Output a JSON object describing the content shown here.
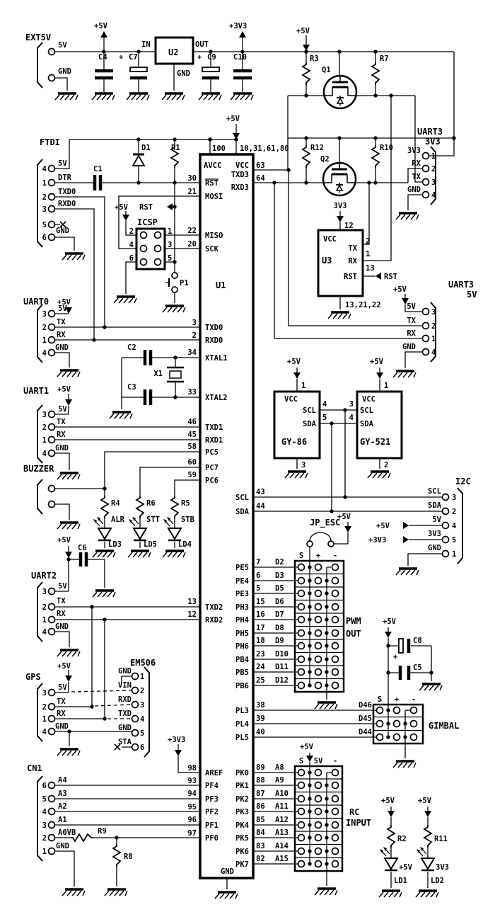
{
  "colors": {
    "ink": "#000000",
    "background": "#ffffff"
  },
  "texts": [
    [
      "EXT5V",
      36,
      57,
      "s",
      1
    ],
    [
      "5V",
      82,
      67
    ],
    [
      "GND",
      82,
      104
    ],
    [
      "+5V",
      133,
      40
    ],
    [
      "C4",
      139,
      84
    ],
    [
      "+",
      168,
      84
    ],
    [
      "C7",
      182,
      84
    ],
    [
      "IN",
      200,
      66
    ],
    [
      "U2",
      238,
      78,
      "s",
      1
    ],
    [
      "OUT",
      276,
      66
    ],
    [
      "GND",
      250,
      107
    ],
    [
      "+",
      279,
      84
    ],
    [
      "C9",
      293,
      84
    ],
    [
      "C10",
      330,
      84
    ],
    [
      "+3V3",
      324,
      40
    ],
    [
      "+5V",
      419,
      47
    ],
    [
      "R3",
      438,
      86
    ],
    [
      "Q1",
      455,
      102
    ],
    [
      "R7",
      537,
      86
    ],
    [
      "R12",
      439,
      212
    ],
    [
      "Q2",
      453,
      228
    ],
    [
      "R10",
      537,
      212
    ],
    [
      "UART3",
      590,
      190,
      "s",
      1
    ],
    [
      "3V3",
      601,
      204,
      "s",
      1
    ],
    [
      "3V3",
      595,
      216,
      "e"
    ],
    [
      "RX",
      595,
      234,
      "e"
    ],
    [
      "TX",
      595,
      253,
      "e"
    ],
    [
      "GND",
      595,
      271,
      "e"
    ],
    [
      "1",
      610,
      224
    ],
    [
      "2",
      610,
      242
    ],
    [
      "3",
      610,
      261
    ],
    [
      "4",
      610,
      279
    ],
    [
      "3V3",
      481,
      294,
      "m"
    ],
    [
      "12",
      487,
      322
    ],
    [
      "VCC",
      457,
      341
    ],
    [
      "U3",
      455,
      372,
      "s",
      1
    ],
    [
      "TX",
      505,
      354,
      "e"
    ],
    [
      "RX",
      505,
      372,
      "e"
    ],
    [
      "RST",
      505,
      394,
      "e"
    ],
    [
      "2",
      517,
      344
    ],
    [
      "1",
      517,
      362
    ],
    [
      "13",
      517,
      382
    ],
    [
      "13,21,22",
      488,
      434
    ],
    [
      "RST",
      543,
      394
    ],
    [
      "+5V",
      556,
      412
    ],
    [
      "UART3",
      634,
      406,
      "s",
      1
    ],
    [
      "5V",
      660,
      420,
      "s",
      1
    ],
    [
      "5V",
      588,
      436,
      "e"
    ],
    [
      "TX",
      588,
      456,
      "e"
    ],
    [
      "RX",
      588,
      474,
      "e"
    ],
    [
      "GND",
      588,
      493,
      "e"
    ],
    [
      "3",
      610,
      444
    ],
    [
      "2",
      610,
      464
    ],
    [
      "1",
      610,
      482
    ],
    [
      "4",
      610,
      501
    ],
    [
      "FTDI",
      56,
      205,
      "s",
      1
    ],
    [
      "5V",
      82,
      234
    ],
    [
      "DTR",
      82,
      254
    ],
    [
      "TXD0",
      82,
      274
    ],
    [
      "RXD0",
      82,
      291
    ],
    [
      "GND",
      79,
      329
    ],
    [
      "4",
      66,
      242,
      "e"
    ],
    [
      "1",
      66,
      262,
      "e"
    ],
    [
      "2",
      66,
      282,
      "e"
    ],
    [
      "3",
      66,
      299,
      "e"
    ],
    [
      "5",
      66,
      321,
      "e"
    ],
    [
      "6",
      66,
      339,
      "e"
    ],
    [
      "C1",
      132,
      242
    ],
    [
      "D1",
      200,
      212
    ],
    [
      "R1",
      242,
      212
    ],
    [
      "100",
      300,
      213
    ],
    [
      "10,31,61,80",
      339,
      213
    ],
    [
      "+5V",
      320,
      171
    ],
    [
      "+5V",
      162,
      296
    ],
    [
      "RST",
      197,
      296
    ],
    [
      "ICSP",
      194,
      318,
      "s",
      1
    ],
    [
      "2",
      189,
      330,
      "e"
    ],
    [
      "4",
      189,
      349,
      "e"
    ],
    [
      "6",
      189,
      368,
      "e"
    ],
    [
      "1",
      237,
      330
    ],
    [
      "3",
      237,
      349
    ],
    [
      "5",
      237,
      368
    ],
    [
      "P1",
      254,
      403
    ],
    [
      "30",
      278,
      255,
      "e"
    ],
    [
      "21",
      278,
      274,
      "e"
    ],
    [
      "22",
      278,
      329,
      "e"
    ],
    [
      "20",
      278,
      348,
      "e"
    ],
    [
      "AVCC",
      288,
      237
    ],
    [
      "VCC",
      352,
      237,
      "e"
    ],
    [
      "TXD3",
      352,
      250,
      "e"
    ],
    [
      "RXD3",
      352,
      268,
      "e"
    ],
    [
      "RST",
      290,
      262,
      "s",
      2
    ],
    [
      "MOSI",
      290,
      281
    ],
    [
      "MISO",
      290,
      336
    ],
    [
      "SCK",
      290,
      355
    ],
    [
      "U1",
      305,
      407,
      "s",
      1
    ],
    [
      "63",
      362,
      237
    ],
    [
      "64",
      362,
      255
    ],
    [
      "UART0",
      33,
      430,
      "s",
      1
    ],
    [
      "+5V",
      81,
      430
    ],
    [
      "5V",
      82,
      439
    ],
    [
      "TX",
      80,
      458
    ],
    [
      "RX",
      80,
      476
    ],
    [
      "GND",
      78,
      494
    ],
    [
      "3",
      66,
      447,
      "e"
    ],
    [
      "2",
      66,
      466,
      "e"
    ],
    [
      "1",
      66,
      484,
      "e"
    ],
    [
      "4",
      66,
      502,
      "e"
    ],
    [
      "3",
      278,
      459,
      "e"
    ],
    [
      "2",
      278,
      477,
      "e"
    ],
    [
      "TXD0",
      290,
      466
    ],
    [
      "RXD0",
      290,
      484
    ],
    [
      "C2",
      180,
      494
    ],
    [
      "X1",
      230,
      531,
      "e"
    ],
    [
      "C3",
      180,
      550
    ],
    [
      "34",
      278,
      501,
      "e"
    ],
    [
      "33",
      278,
      557,
      "e"
    ],
    [
      "XTAL1",
      290,
      509
    ],
    [
      "XTAL2",
      290,
      565
    ],
    [
      "UART1",
      33,
      556,
      "s",
      1
    ],
    [
      "+5V",
      81,
      553
    ],
    [
      "5V",
      82,
      581
    ],
    [
      "TX",
      80,
      599
    ],
    [
      "RX",
      80,
      617
    ],
    [
      "GND",
      78,
      636
    ],
    [
      "3",
      66,
      589,
      "e"
    ],
    [
      "2",
      66,
      607,
      "e"
    ],
    [
      "1",
      66,
      625,
      "e"
    ],
    [
      "4",
      66,
      644,
      "e"
    ],
    [
      "46",
      278,
      599,
      "e"
    ],
    [
      "45",
      278,
      617,
      "e"
    ],
    [
      "TXD1",
      290,
      607
    ],
    [
      "RXD1",
      290,
      625
    ],
    [
      "58",
      278,
      634,
      "e"
    ],
    [
      "60",
      278,
      656,
      "e"
    ],
    [
      "59",
      278,
      674,
      "e"
    ],
    [
      "PC5",
      290,
      642
    ],
    [
      "PC7",
      290,
      664
    ],
    [
      "PC6",
      290,
      682
    ],
    [
      "BUZZER",
      33,
      666,
      "s",
      1
    ],
    [
      "R4",
      157,
      714
    ],
    [
      "R6",
      207,
      714
    ],
    [
      "R5",
      256,
      714
    ],
    [
      "ALR",
      157,
      737
    ],
    [
      "STT",
      207,
      737
    ],
    [
      "STB",
      256,
      737
    ],
    [
      "LD3",
      153,
      772
    ],
    [
      "LD5",
      203,
      772
    ],
    [
      "LD4",
      252,
      772
    ],
    [
      "UART2",
      44,
      817,
      "s",
      1
    ],
    [
      "+5V",
      81,
      766
    ],
    [
      "C6",
      110,
      777
    ],
    [
      "5V",
      82,
      831
    ],
    [
      "TX",
      80,
      852
    ],
    [
      "RX",
      80,
      870
    ],
    [
      "GND",
      78,
      888
    ],
    [
      "3",
      66,
      839,
      "e"
    ],
    [
      "2",
      66,
      861,
      "e"
    ],
    [
      "1",
      66,
      879,
      "e"
    ],
    [
      "4",
      66,
      896,
      "e"
    ],
    [
      "13",
      278,
      853,
      "e"
    ],
    [
      "12",
      278,
      871,
      "e"
    ],
    [
      "TXD2",
      290,
      861
    ],
    [
      "RXD2",
      290,
      879
    ],
    [
      "43",
      362,
      698
    ],
    [
      "44",
      362,
      718
    ],
    [
      "SCL",
      352,
      706,
      "e"
    ],
    [
      "SDA",
      352,
      726,
      "e"
    ],
    [
      "+5V",
      406,
      514
    ],
    [
      "1",
      426,
      548
    ],
    [
      "VCC",
      402,
      567
    ],
    [
      "SCL",
      447,
      583,
      "e"
    ],
    [
      "SDA",
      447,
      602,
      "e"
    ],
    [
      "4",
      456,
      574
    ],
    [
      "5",
      456,
      593
    ],
    [
      "GY-86",
      398,
      628,
      "s",
      1
    ],
    [
      "3",
      426,
      660
    ],
    [
      "+5V",
      523,
      514
    ],
    [
      "1",
      543,
      548
    ],
    [
      "VCC",
      512,
      567
    ],
    [
      "SCL",
      509,
      583
    ],
    [
      "SDA",
      509,
      602
    ],
    [
      "3",
      500,
      574,
      "e"
    ],
    [
      "4",
      500,
      593,
      "e"
    ],
    [
      "GY-521",
      509,
      628,
      "s",
      1
    ],
    [
      "2",
      543,
      660
    ],
    [
      "I2C",
      644,
      684,
      "s",
      1
    ],
    [
      "SCL",
      624,
      697,
      "e"
    ],
    [
      "SDA",
      624,
      717,
      "e"
    ],
    [
      "5V",
      624,
      737,
      "e"
    ],
    [
      "3V3",
      624,
      757,
      "e"
    ],
    [
      "GND",
      624,
      777,
      "e"
    ],
    [
      "3",
      639,
      706
    ],
    [
      "2",
      639,
      726
    ],
    [
      "4",
      639,
      746
    ],
    [
      "5",
      639,
      766
    ],
    [
      "1",
      639,
      786
    ],
    [
      "+5V",
      532,
      746
    ],
    [
      "+3V3",
      521,
      766
    ],
    [
      "JP_ESC",
      438,
      742,
      "s",
      1
    ],
    [
      "+5V",
      477,
      733
    ],
    [
      "S",
      426,
      788,
      "m"
    ],
    [
      "+",
      450,
      788,
      "m"
    ],
    [
      "-",
      474,
      788,
      "m"
    ],
    [
      "PWM",
      489,
      881,
      "s",
      1
    ],
    [
      "OUT",
      489,
      899,
      "s",
      1
    ],
    [
      "PE5",
      352,
      805,
      "e"
    ],
    [
      "PE4",
      352,
      824,
      "e"
    ],
    [
      "PE3",
      352,
      842,
      "e"
    ],
    [
      "PH3",
      352,
      861,
      "e"
    ],
    [
      "PH4",
      352,
      879,
      "e"
    ],
    [
      "PH5",
      352,
      898,
      "e"
    ],
    [
      "PH6",
      352,
      916,
      "e"
    ],
    [
      "PB4",
      352,
      935,
      "e"
    ],
    [
      "PB5",
      352,
      953,
      "e"
    ],
    [
      "PB6",
      352,
      972,
      "e"
    ],
    [
      "7",
      362,
      797
    ],
    [
      "6",
      362,
      816
    ],
    [
      "5",
      362,
      834
    ],
    [
      "15",
      362,
      853
    ],
    [
      "16",
      362,
      871
    ],
    [
      "17",
      362,
      890
    ],
    [
      "18",
      362,
      908
    ],
    [
      "23",
      362,
      927
    ],
    [
      "24",
      362,
      945
    ],
    [
      "25",
      362,
      964
    ],
    [
      "D2",
      389,
      797
    ],
    [
      "D3",
      389,
      816
    ],
    [
      "D5",
      389,
      834
    ],
    [
      "D6",
      389,
      853
    ],
    [
      "D7",
      389,
      871
    ],
    [
      "D8",
      389,
      890
    ],
    [
      "D9",
      389,
      908
    ],
    [
      "D10",
      389,
      927
    ],
    [
      "D11",
      389,
      945
    ],
    [
      "D12",
      389,
      964
    ],
    [
      "+5V",
      541,
      881
    ],
    [
      "+",
      556,
      931
    ],
    [
      "C8",
      584,
      908
    ],
    [
      "C5",
      584,
      946
    ],
    [
      "38",
      362,
      999
    ],
    [
      "39",
      362,
      1018
    ],
    [
      "40",
      362,
      1037
    ],
    [
      "PL3",
      352,
      1007,
      "e"
    ],
    [
      "PL4",
      352,
      1026,
      "e"
    ],
    [
      "PL5",
      352,
      1045,
      "e"
    ],
    [
      "D46",
      526,
      999,
      "e"
    ],
    [
      "D45",
      526,
      1018,
      "e"
    ],
    [
      "D44",
      526,
      1037,
      "e"
    ],
    [
      "S",
      537,
      991,
      "m"
    ],
    [
      "+",
      561,
      991,
      "m"
    ],
    [
      "-",
      585,
      991,
      "m"
    ],
    [
      "GIMBAL",
      606,
      1029,
      "s",
      1
    ],
    [
      "GPS",
      36,
      960,
      "s",
      1
    ],
    [
      "+5V",
      81,
      944
    ],
    [
      "5V",
      82,
      974
    ],
    [
      "TX",
      80,
      994
    ],
    [
      "RX",
      80,
      1011
    ],
    [
      "GND",
      78,
      1029
    ],
    [
      "3",
      66,
      982,
      "e"
    ],
    [
      "2",
      66,
      1002,
      "e"
    ],
    [
      "1",
      66,
      1019,
      "e"
    ],
    [
      "4",
      66,
      1037,
      "e"
    ],
    [
      "EM506",
      184,
      940,
      "s",
      1
    ],
    [
      "GND",
      186,
      951,
      "e"
    ],
    [
      "VIN",
      186,
      971,
      "e"
    ],
    [
      "RXD",
      186,
      991,
      "e"
    ],
    [
      "TXD",
      186,
      1011,
      "e"
    ],
    [
      "GND",
      186,
      1031,
      "e"
    ],
    [
      "STA",
      186,
      1051,
      "e"
    ],
    [
      "1",
      198,
      959
    ],
    [
      "2",
      198,
      979
    ],
    [
      "3",
      198,
      999
    ],
    [
      "4",
      198,
      1019
    ],
    [
      "5",
      198,
      1039
    ],
    [
      "6",
      198,
      1059
    ],
    [
      "+3V3",
      237,
      1048
    ],
    [
      "98",
      278,
      1088,
      "e"
    ],
    [
      "AREF",
      290,
      1095
    ],
    [
      "CN1",
      38,
      1089,
      "s",
      1
    ],
    [
      "A4",
      82,
      1105
    ],
    [
      "A3",
      82,
      1124
    ],
    [
      "A2",
      82,
      1142
    ],
    [
      "A1",
      82,
      1161
    ],
    [
      "A0VB",
      82,
      1179
    ],
    [
      "GND",
      79,
      1198
    ],
    [
      "6",
      66,
      1113,
      "e"
    ],
    [
      "5",
      66,
      1132,
      "e"
    ],
    [
      "4",
      66,
      1150,
      "e"
    ],
    [
      "3",
      66,
      1169,
      "e"
    ],
    [
      "2",
      66,
      1187,
      "e"
    ],
    [
      "1",
      66,
      1206,
      "e"
    ],
    [
      "R9",
      138,
      1177
    ],
    [
      "R8",
      175,
      1213
    ],
    [
      "93",
      278,
      1106,
      "e"
    ],
    [
      "94",
      278,
      1124,
      "e"
    ],
    [
      "95",
      278,
      1143,
      "e"
    ],
    [
      "96",
      278,
      1161,
      "e"
    ],
    [
      "97",
      278,
      1180,
      "e"
    ],
    [
      "PF4",
      290,
      1113
    ],
    [
      "PF3",
      290,
      1132
    ],
    [
      "PF2",
      290,
      1150
    ],
    [
      "PF1",
      290,
      1169
    ],
    [
      "PF0",
      290,
      1187
    ],
    [
      "GND",
      331,
      1234,
      "e"
    ],
    [
      "+5V",
      424,
      1058
    ],
    [
      "S",
      426,
      1078,
      "m"
    ],
    [
      "5V",
      450,
      1078,
      "m"
    ],
    [
      "-",
      474,
      1078,
      "m"
    ],
    [
      "RC",
      494,
      1151,
      "s",
      1
    ],
    [
      "INPUT",
      489,
      1166,
      "s",
      1
    ],
    [
      "89",
      362,
      1087
    ],
    [
      "88",
      362,
      1105
    ],
    [
      "87",
      362,
      1124
    ],
    [
      "86",
      362,
      1142
    ],
    [
      "85",
      362,
      1161
    ],
    [
      "84",
      362,
      1179
    ],
    [
      "83",
      362,
      1198
    ],
    [
      "82",
      362,
      1216
    ],
    [
      "A8",
      389,
      1087
    ],
    [
      "A9",
      389,
      1105
    ],
    [
      "A10",
      389,
      1124
    ],
    [
      "A11",
      389,
      1142
    ],
    [
      "A12",
      389,
      1161
    ],
    [
      "A13",
      389,
      1179
    ],
    [
      "A14",
      389,
      1198
    ],
    [
      "A15",
      389,
      1216
    ],
    [
      "PK0",
      352,
      1095,
      "e"
    ],
    [
      "PK1",
      352,
      1113,
      "e"
    ],
    [
      "PK2",
      352,
      1132,
      "e"
    ],
    [
      "PK3",
      352,
      1150,
      "e"
    ],
    [
      "PK4",
      352,
      1169,
      "e"
    ],
    [
      "PK5",
      352,
      1187,
      "e"
    ],
    [
      "PK6",
      352,
      1206,
      "e"
    ],
    [
      "PK7",
      352,
      1224,
      "e"
    ],
    [
      "+5V",
      539,
      1134
    ],
    [
      "+5V",
      591,
      1134
    ],
    [
      "R2",
      562,
      1188
    ],
    [
      "R11",
      614,
      1188
    ],
    [
      "+5V",
      564,
      1228
    ],
    [
      "3V3",
      616,
      1228
    ],
    [
      "LD1",
      557,
      1247
    ],
    [
      "LD2",
      609,
      1247
    ]
  ]
}
